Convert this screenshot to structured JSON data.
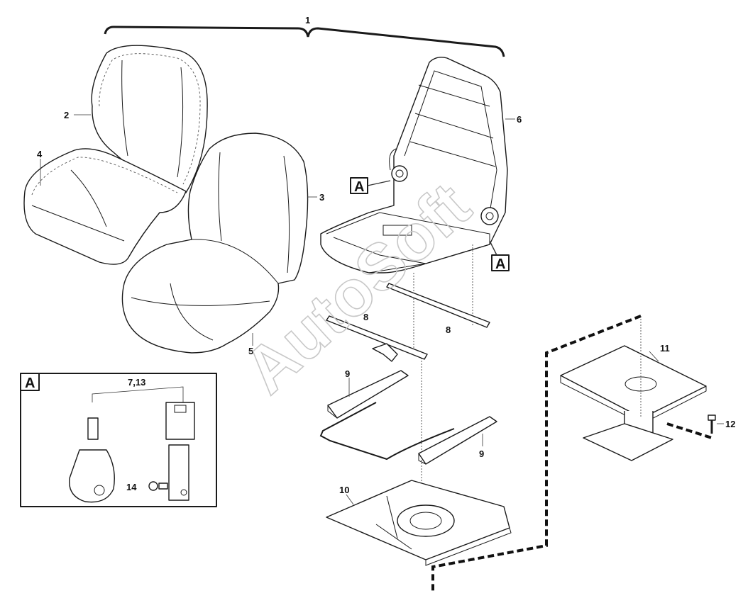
{
  "callouts": {
    "c1": "1",
    "c2": "2",
    "c3": "3",
    "c4": "4",
    "c5": "5",
    "c6": "6",
    "c8a": "8",
    "c8b": "8",
    "c9a": "9",
    "c9b": "9",
    "c10": "10",
    "c11": "11",
    "c12": "12",
    "c713": "7,13",
    "c14": "14"
  },
  "detail_markers": {
    "marker_1": "A",
    "marker_2": "A",
    "inset_title": "A"
  },
  "watermark": "AutoSoft"
}
